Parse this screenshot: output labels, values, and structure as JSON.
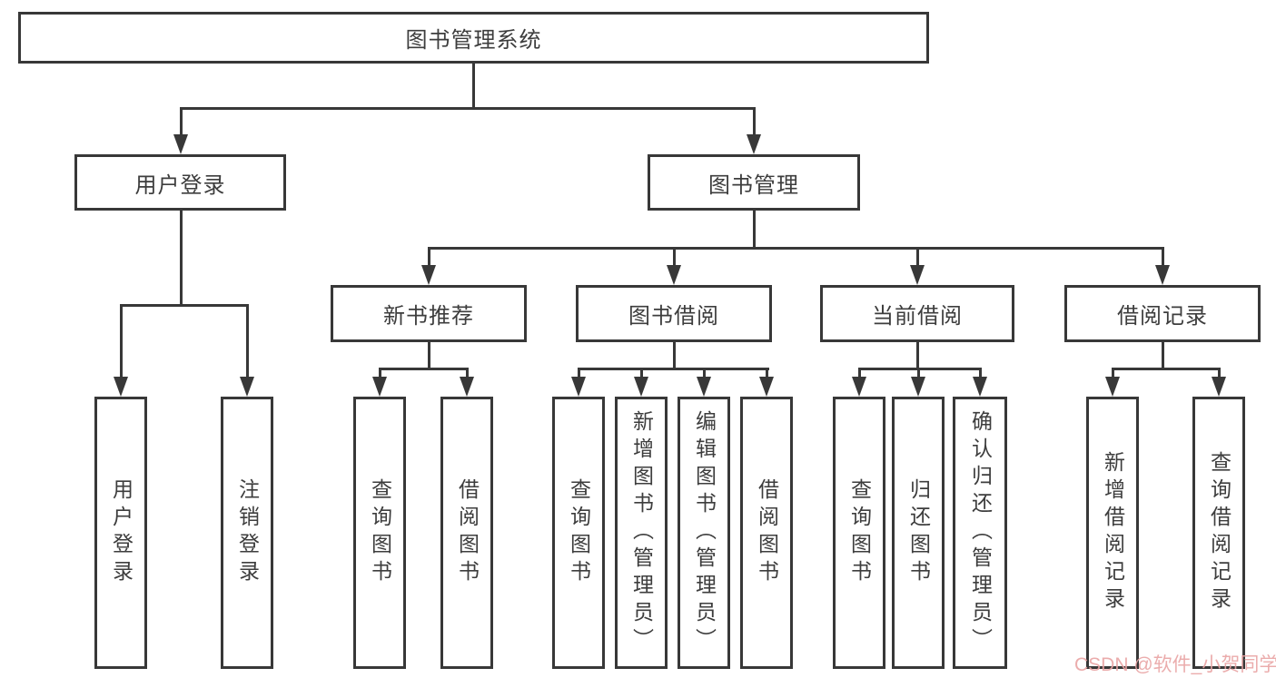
{
  "tree": {
    "root": {
      "label": "图书管理系统"
    },
    "user_login": {
      "label": "用户登录",
      "children": [
        {
          "label": "用户登录"
        },
        {
          "label": "注销登录"
        }
      ]
    },
    "book_mgmt": {
      "label": "图书管理"
    },
    "new_book": {
      "label": "新书推荐",
      "children": [
        {
          "label": "查询图书"
        },
        {
          "label": "借阅图书"
        }
      ]
    },
    "borrow": {
      "label": "图书借阅",
      "children": [
        {
          "label": "查询图书"
        },
        {
          "label": "新增图书（管理员）"
        },
        {
          "label": "编辑图书（管理员）"
        },
        {
          "label": "借阅图书"
        }
      ]
    },
    "current": {
      "label": "当前借阅",
      "children": [
        {
          "label": "查询图书"
        },
        {
          "label": "归还图书"
        },
        {
          "label": "确认归还（管理员）"
        }
      ]
    },
    "records": {
      "label": "借阅记录",
      "children": [
        {
          "label": "新增借阅记录"
        },
        {
          "label": "查询借阅记录"
        }
      ]
    }
  },
  "watermark": {
    "text": "CSDN @软件_小贺同学"
  },
  "colors": {
    "line": "#383838",
    "text": "#3d3d3d",
    "watermark": "#e9a4a4",
    "background": "#ffffff"
  }
}
